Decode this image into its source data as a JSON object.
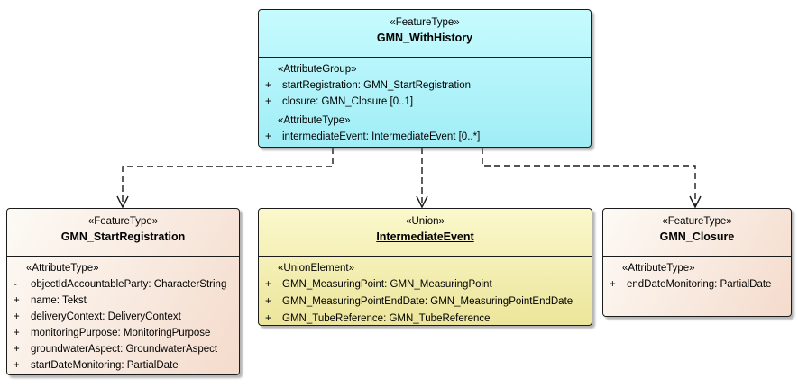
{
  "colors": {
    "canvas": "#ffffff",
    "box-border": "#1b1b1b",
    "line": "#1b1b1b",
    "text": "#000000",
    "cyan-top": "#c6fbfe",
    "cyan-bottom": "#a0edf6",
    "yellow-top": "#fbf8cc",
    "yellow-bottom": "#ece59b",
    "peach-top": "#fdfaf5",
    "peach-bottom": "#f4dbcc"
  },
  "boxes": [
    {
      "stereotype": "«FeatureType»",
      "name": "GMN_WithHistory",
      "groups": [
        {
          "stereotype": "«AttributeGroup»",
          "attrs": [
            {
              "vis": "+",
              "text": "startRegistration: GMN_StartRegistration"
            },
            {
              "vis": "+",
              "text": "closure: GMN_Closure [0..1]"
            }
          ]
        },
        {
          "stereotype": "«AttributeType»",
          "attrs": [
            {
              "vis": "+",
              "text": "intermediateEvent: IntermediateEvent [0..*]"
            }
          ]
        }
      ]
    },
    {
      "stereotype": "«FeatureType»",
      "name": "GMN_StartRegistration",
      "groups": [
        {
          "stereotype": "«AttributeType»",
          "attrs": [
            {
              "vis": "-",
              "text": "objectIdAccountableParty: CharacterString"
            },
            {
              "vis": "+",
              "text": "name: Tekst"
            },
            {
              "vis": "+",
              "text": "deliveryContext: DeliveryContext"
            },
            {
              "vis": "+",
              "text": "monitoringPurpose: MonitoringPurpose"
            },
            {
              "vis": "+",
              "text": "groundwaterAspect: GroundwaterAspect"
            },
            {
              "vis": "+",
              "text": "startDateMonitoring: PartialDate"
            }
          ]
        }
      ]
    },
    {
      "stereotype": "«Union»",
      "name": "IntermediateEvent",
      "groups": [
        {
          "stereotype": "«UnionElement»",
          "attrs": [
            {
              "vis": "+",
              "text": "GMN_MeasuringPoint: GMN_MeasuringPoint"
            },
            {
              "vis": "+",
              "text": "GMN_MeasuringPointEndDate: GMN_MeasuringPointEndDate"
            },
            {
              "vis": "+",
              "text": "GMN_TubeReference: GMN_TubeReference"
            }
          ]
        }
      ]
    },
    {
      "stereotype": "«FeatureType»",
      "name": "GMN_Closure",
      "groups": [
        {
          "stereotype": "«AttributeType»",
          "attrs": [
            {
              "vis": "+",
              "text": "endDateMonitoring: PartialDate"
            }
          ]
        }
      ]
    }
  ],
  "connectors": [
    {
      "from": "GMN_WithHistory",
      "to": "GMN_StartRegistration",
      "style": "dashed-open-arrow"
    },
    {
      "from": "GMN_WithHistory",
      "to": "IntermediateEvent",
      "style": "dashed-open-arrow"
    },
    {
      "from": "GMN_WithHistory",
      "to": "GMN_Closure",
      "style": "dashed-open-arrow"
    }
  ]
}
